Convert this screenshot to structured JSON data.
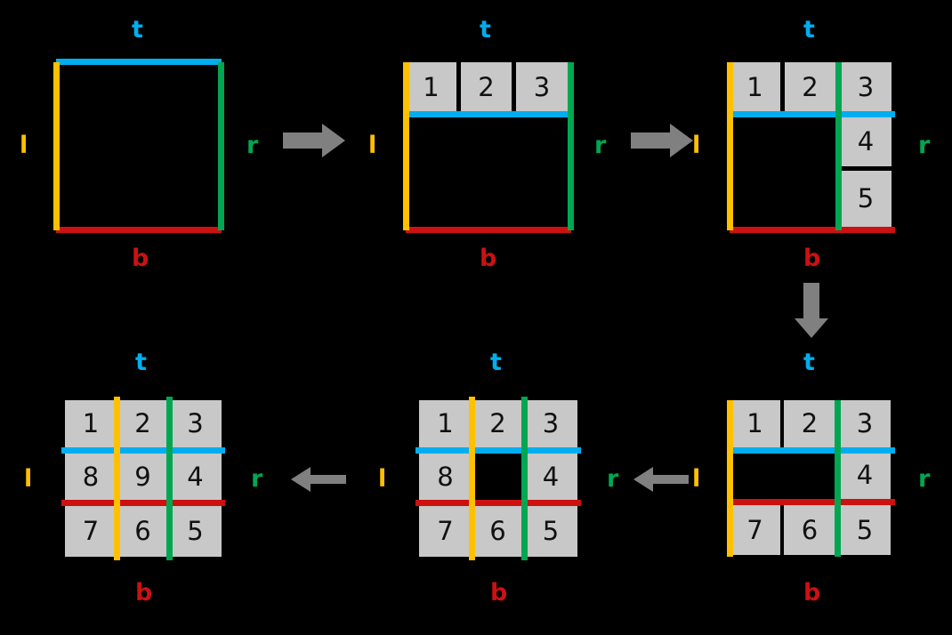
{
  "figure": {
    "background_color": "#000000",
    "cell_fill": "#c8c8c8",
    "cell_text_color": "#111111",
    "colors": {
      "top": "#00aeef",
      "bottom": "#cc1111",
      "left": "#ffc000",
      "right": "#00a651",
      "arrow": "#808080"
    },
    "edge_labels": {
      "top": "t",
      "bottom": "b",
      "left": "l",
      "right": "r"
    }
  },
  "panels": [
    {
      "id": "panel-1-empty-square",
      "labels": {
        "top": "t",
        "bottom": "b",
        "left": "l",
        "right": "r"
      },
      "cells": []
    },
    {
      "id": "panel-2-top-row",
      "labels": {
        "top": "t",
        "bottom": "b",
        "left": "l",
        "right": "r"
      },
      "cells": [
        "1",
        "2",
        "3"
      ]
    },
    {
      "id": "panel-3-top-row-and-right-column",
      "labels": {
        "top": "t",
        "bottom": "b",
        "left": "l",
        "right": "r"
      },
      "cells": [
        "1",
        "2",
        "3",
        "4",
        "5"
      ]
    },
    {
      "id": "panel-4-ring-missing-center-and-left-middle",
      "labels": {
        "top": "t",
        "bottom": "b",
        "left": "l",
        "right": "r"
      },
      "cells": [
        "1",
        "2",
        "3",
        "4",
        "5",
        "6",
        "7"
      ]
    },
    {
      "id": "panel-5-ring-missing-center",
      "labels": {
        "top": "t",
        "bottom": "b",
        "left": "l",
        "right": "r"
      },
      "cells": [
        "1",
        "2",
        "3",
        "4",
        "5",
        "6",
        "7",
        "8"
      ]
    },
    {
      "id": "panel-6-full-grid",
      "labels": {
        "top": "t",
        "bottom": "b",
        "left": "l",
        "right": "r"
      },
      "cells": [
        "1",
        "2",
        "3",
        "4",
        "5",
        "6",
        "7",
        "8",
        "9"
      ]
    }
  ],
  "arrows": [
    {
      "id": "arrow-1-to-2",
      "direction": "right"
    },
    {
      "id": "arrow-2-to-3",
      "direction": "right"
    },
    {
      "id": "arrow-3-to-4",
      "direction": "down"
    },
    {
      "id": "arrow-4-to-5",
      "direction": "left"
    },
    {
      "id": "arrow-5-to-6",
      "direction": "left"
    }
  ],
  "grid_values": {
    "p2": {
      "r0c0": "1",
      "r0c1": "2",
      "r0c2": "3"
    },
    "p3": {
      "r0c0": "1",
      "r0c1": "2",
      "r0c2": "3",
      "r1c2": "4",
      "r2c2": "5"
    },
    "p4": {
      "r0c0": "1",
      "r0c1": "2",
      "r0c2": "3",
      "r1c2": "4",
      "r2c2": "5",
      "r2c1": "6",
      "r2c0": "7"
    },
    "p5": {
      "r0c0": "1",
      "r0c1": "2",
      "r0c2": "3",
      "r1c2": "4",
      "r2c2": "5",
      "r2c1": "6",
      "r2c0": "7",
      "r1c0": "8"
    },
    "p6": {
      "r0c0": "1",
      "r0c1": "2",
      "r0c2": "3",
      "r1c2": "4",
      "r2c2": "5",
      "r2c1": "6",
      "r2c0": "7",
      "r1c0": "8",
      "r1c1": "9"
    }
  }
}
